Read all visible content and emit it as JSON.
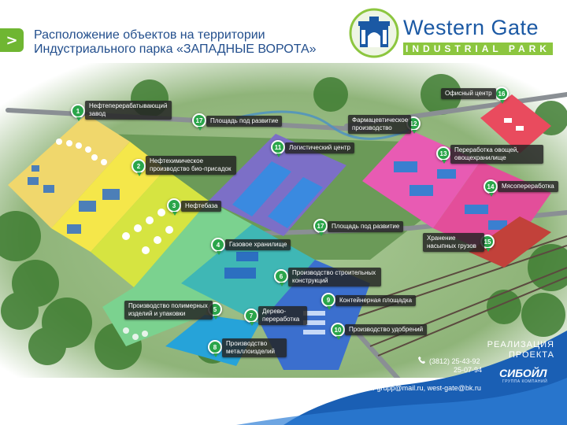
{
  "header": {
    "title_line1": "Расположение объектов на территории",
    "title_line2": "Индустриального парка «ЗАПАДНЫЕ ВОРОТА»",
    "nav_arrow": ">"
  },
  "brand": {
    "name": "Western  Gate",
    "tagline": "INDUSTRIAL PARK"
  },
  "objects": [
    {
      "num": "1",
      "label": "Нефтеперерабатывающий завод"
    },
    {
      "num": "2",
      "label": "Нефтехимическое производство био-присадок"
    },
    {
      "num": "3",
      "label": "Нефтебаза"
    },
    {
      "num": "4",
      "label": "Газовое хранилище"
    },
    {
      "num": "5",
      "label": "Производство полимерных изделий и упаковки"
    },
    {
      "num": "6",
      "label": "Производство строительных конструкций"
    },
    {
      "num": "7",
      "label": "Дерево-переработка"
    },
    {
      "num": "8",
      "label": "Производство металлоизделий"
    },
    {
      "num": "9",
      "label": "Контейнерная площадка"
    },
    {
      "num": "10",
      "label": "Производство удобрений"
    },
    {
      "num": "11",
      "label": "Логистический центр"
    },
    {
      "num": "12",
      "label": "Фармацевтическое производство"
    },
    {
      "num": "13",
      "label": "Переработка овощей, овощехранилище"
    },
    {
      "num": "14",
      "label": "Мясопереработка"
    },
    {
      "num": "15",
      "label": "Хранение насыпных грузов"
    },
    {
      "num": "16",
      "label": "Офисный центр"
    },
    {
      "num": "17",
      "label": "Площадь под развитие"
    },
    {
      "num": "17",
      "label": "Площадь под развитие"
    }
  ],
  "contacts": {
    "sales_line1": "РЕАЛИЗАЦИЯ",
    "sales_line2": "ПРОЕКТА",
    "phone_1": "(3812) 25-43-92",
    "phone_2": "25-07-94",
    "email": "siboil-grupp@mail.ru, west-gate@bk.ru",
    "company": "СИБОЙЛ",
    "company_sub": "ГРУППА КОМПАНИЙ"
  },
  "colors": {
    "accent_blue": "#1b59a4",
    "accent_green": "#8cc63f",
    "pin_green": "#2aa54a",
    "label_bg": "#242424",
    "footer_blue": "#1a5fb4"
  },
  "icons": [
    "arch-gate-logo-icon",
    "phone-icon",
    "email-icon",
    "map-pin-icon"
  ]
}
